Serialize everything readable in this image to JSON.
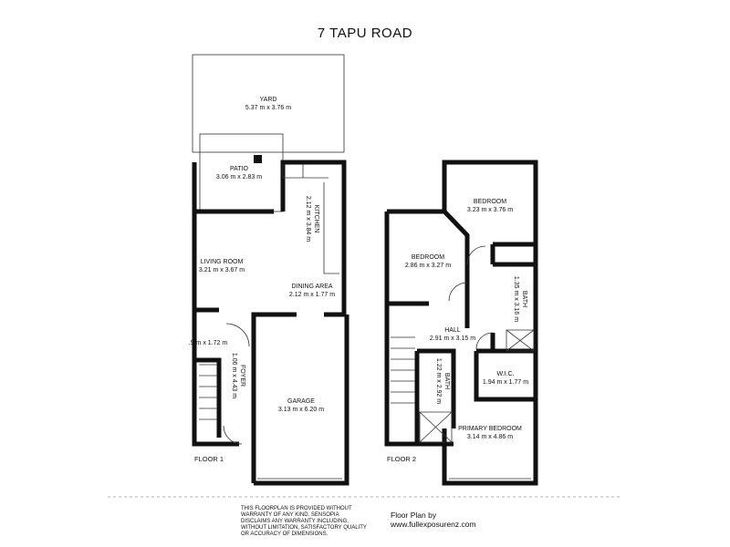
{
  "title": "7 TAPU ROAD",
  "floor1": {
    "label": "FLOOR 1",
    "rooms": [
      {
        "name": "YARD",
        "dims": "5.37 m x 3.76 m"
      },
      {
        "name": "PATIO",
        "dims": "3.06 m x 2.83 m"
      },
      {
        "name": "KITCHEN",
        "dims": "2.12 m x 3.84 m"
      },
      {
        "name": "LIVING ROOM",
        "dims": "3.21 m x 3.67 m"
      },
      {
        "name": "DINING AREA",
        "dims": "2.12 m x 1.77 m"
      },
      {
        "name": "",
        "dims": ".9 m x 1.72 m"
      },
      {
        "name": "FOYER",
        "dims": "1.06 m x 4.43 m"
      },
      {
        "name": "GARAGE",
        "dims": "3.13 m x 6.20 m"
      }
    ]
  },
  "floor2": {
    "label": "FLOOR 2",
    "rooms": [
      {
        "name": "BEDROOM",
        "dims": "3.23 m x 3.76 m"
      },
      {
        "name": "BEDROOM",
        "dims": "2.86 m x 3.27 m"
      },
      {
        "name": "BATH",
        "dims": "1.35 m x 3.16 m"
      },
      {
        "name": "HALL",
        "dims": "2.91 m x 3.15 m"
      },
      {
        "name": "W.I.C.",
        "dims": "1.94 m x 1.77 m"
      },
      {
        "name": "BATH",
        "dims": "1.22 m x 2.92 m"
      },
      {
        "name": "PRIMARY BEDROOM",
        "dims": "3.14 m x 4.86 m"
      }
    ]
  },
  "disclaimer": "THIS FLOORPLAN IS PROVIDED WITHOUT WARRANTY OF ANY KIND. SENSOPIA DISCLAIMS ANY WARRANTY INCLUDING, WITHOUT LIMITATION, SATISFACTORY QUALITY OR ACCURACY OF DIMENSIONS.",
  "credit": {
    "line1": "Floor Plan by",
    "line2": "www.fullexposurenz.com"
  }
}
